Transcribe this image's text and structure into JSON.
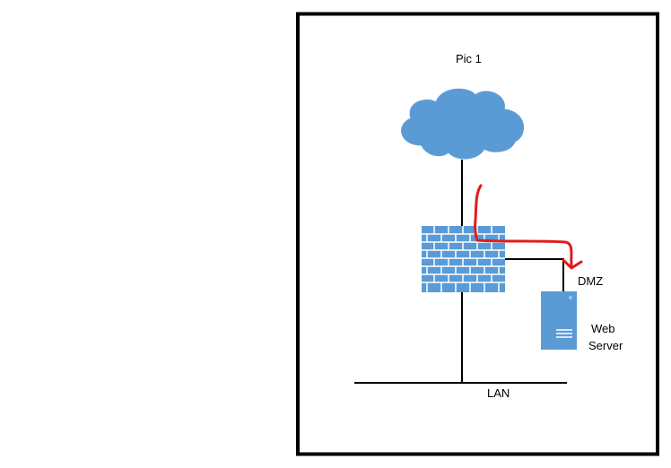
{
  "diagram": {
    "title": "Pic 1",
    "dmz_label": "DMZ",
    "server_label_line1": "Web",
    "server_label_line2": "Server",
    "lan_label": "LAN"
  },
  "icons": {
    "cloud": "cloud-icon",
    "firewall": "firewall-icon",
    "server": "server-icon",
    "path": "traffic-path-arrow"
  },
  "colors": {
    "frame": "#000000",
    "device_blue": "#5b9bd5",
    "device_blue_light": "#9dc3e6",
    "path_red": "#e31b1b",
    "line": "#000000"
  }
}
